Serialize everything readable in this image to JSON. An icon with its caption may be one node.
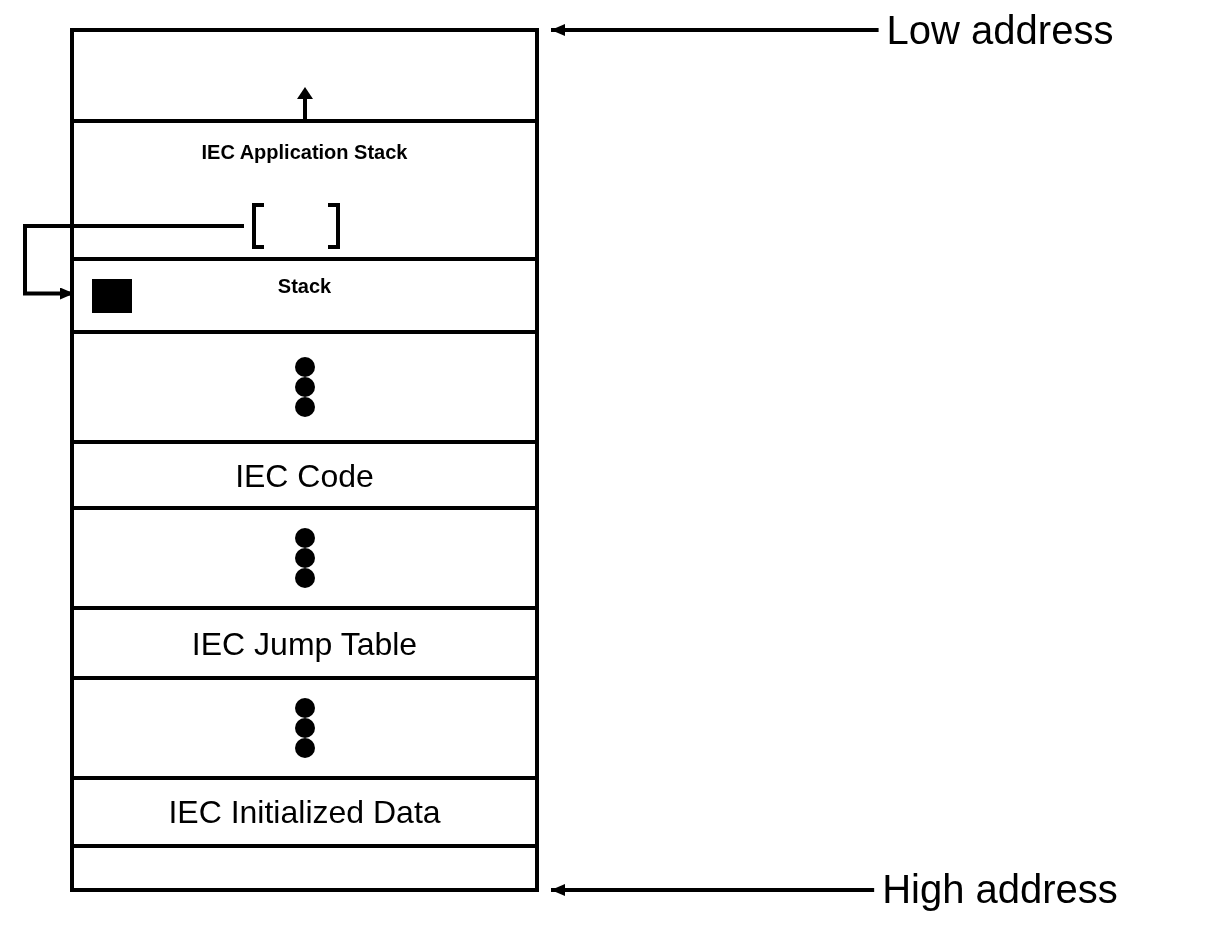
{
  "diagram": {
    "nodes": [
      {
        "text": [],
        "shape": "box"
      },
      {
        "text": [],
        "shape": "box",
        "in": 0
      },
      {
        "text": [
          "IEC Application Stack"
        ],
        "in": 0
      },
      {
        "text": [],
        "shape": "bracket",
        "in": 2
      },
      {
        "text": [
          "Stack"
        ],
        "in": 0
      },
      {
        "text": [],
        "shape": "box",
        "in": 0
      },
      {
        "text": [
          "IEC Code"
        ],
        "in": 0
      },
      {
        "text": [],
        "shape": "box",
        "in": 0
      },
      {
        "text": [
          "IEC Jump Table"
        ],
        "in": 0
      },
      {
        "text": [],
        "shape": "box",
        "in": 0
      },
      {
        "text": [
          "IEC Initialized Data"
        ],
        "in": 0
      },
      {
        "text": [],
        "shape": "box",
        "in": 0
      },
      {
        "text": [
          "Low address"
        ]
      },
      {
        "text": [
          "High address"
        ]
      }
    ],
    "edges": [
      {
        "from": 3,
        "to": 4,
        "arrow": "to"
      },
      {
        "from": 12,
        "to": 0,
        "arrow": "to"
      },
      {
        "from": 13,
        "to": 0,
        "arrow": "to"
      }
    ]
  }
}
